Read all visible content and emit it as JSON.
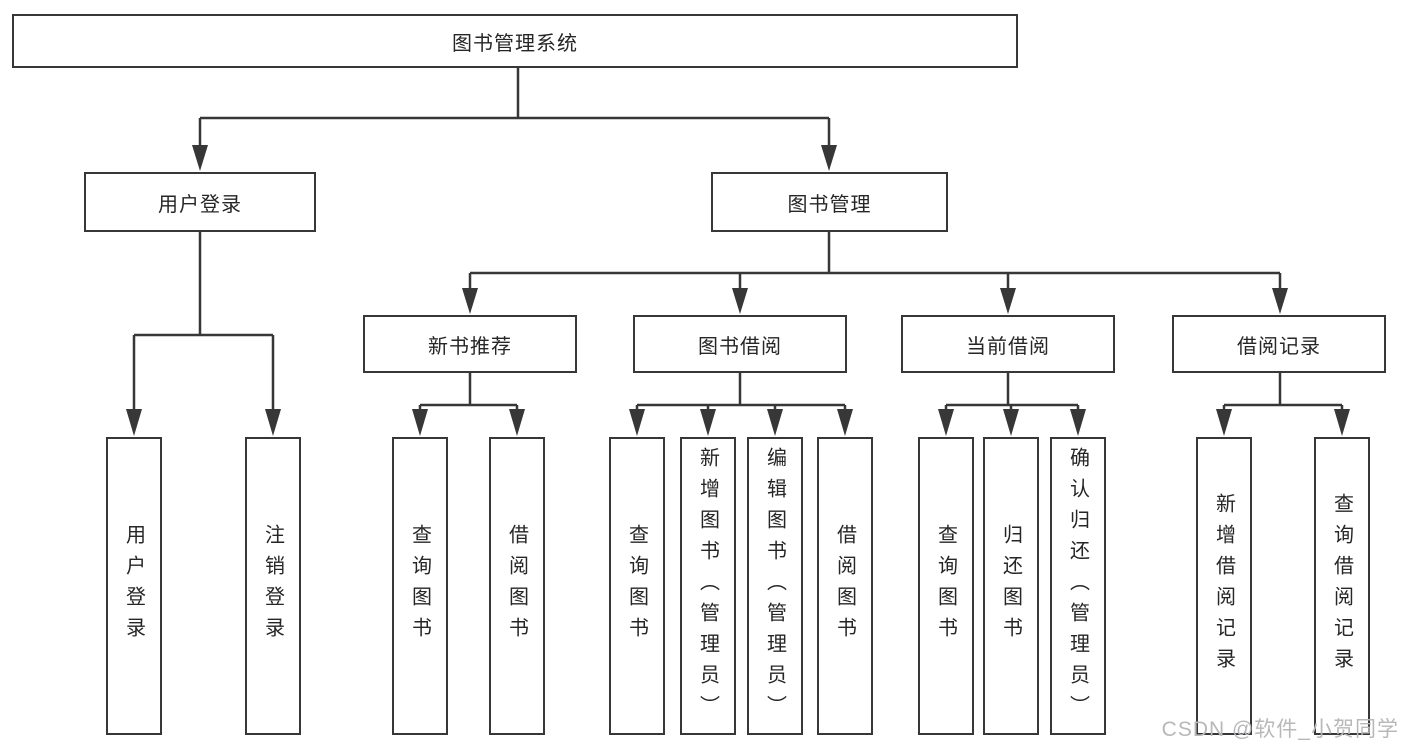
{
  "diagram": {
    "type": "hierarchy-tree",
    "orientation": "top-down"
  },
  "colors": {
    "background": "#ffffff",
    "line": "#373737",
    "box_border": "#373737",
    "text": "#262626",
    "watermark": "#b9b7ba"
  },
  "tree": {
    "label": "图书管理系统",
    "children": [
      {
        "label": "用户登录",
        "children": [
          {
            "label": "用户登录"
          },
          {
            "label": "注销登录"
          }
        ]
      },
      {
        "label": "图书管理",
        "children": [
          {
            "label": "新书推荐",
            "children": [
              {
                "label": "查询图书"
              },
              {
                "label": "借阅图书"
              }
            ]
          },
          {
            "label": "图书借阅",
            "children": [
              {
                "label": "查询图书"
              },
              {
                "label": "新增图书（管理员）"
              },
              {
                "label": "编辑图书（管理员）"
              },
              {
                "label": "借阅图书"
              }
            ]
          },
          {
            "label": "当前借阅",
            "children": [
              {
                "label": "查询图书"
              },
              {
                "label": "归还图书"
              },
              {
                "label": "确认归还（管理员）"
              }
            ]
          },
          {
            "label": "借阅记录",
            "children": [
              {
                "label": "新增借阅记录"
              },
              {
                "label": "查询借阅记录"
              }
            ]
          }
        ]
      }
    ]
  },
  "watermark": {
    "text": "CSDN @软件_小贺同学"
  }
}
